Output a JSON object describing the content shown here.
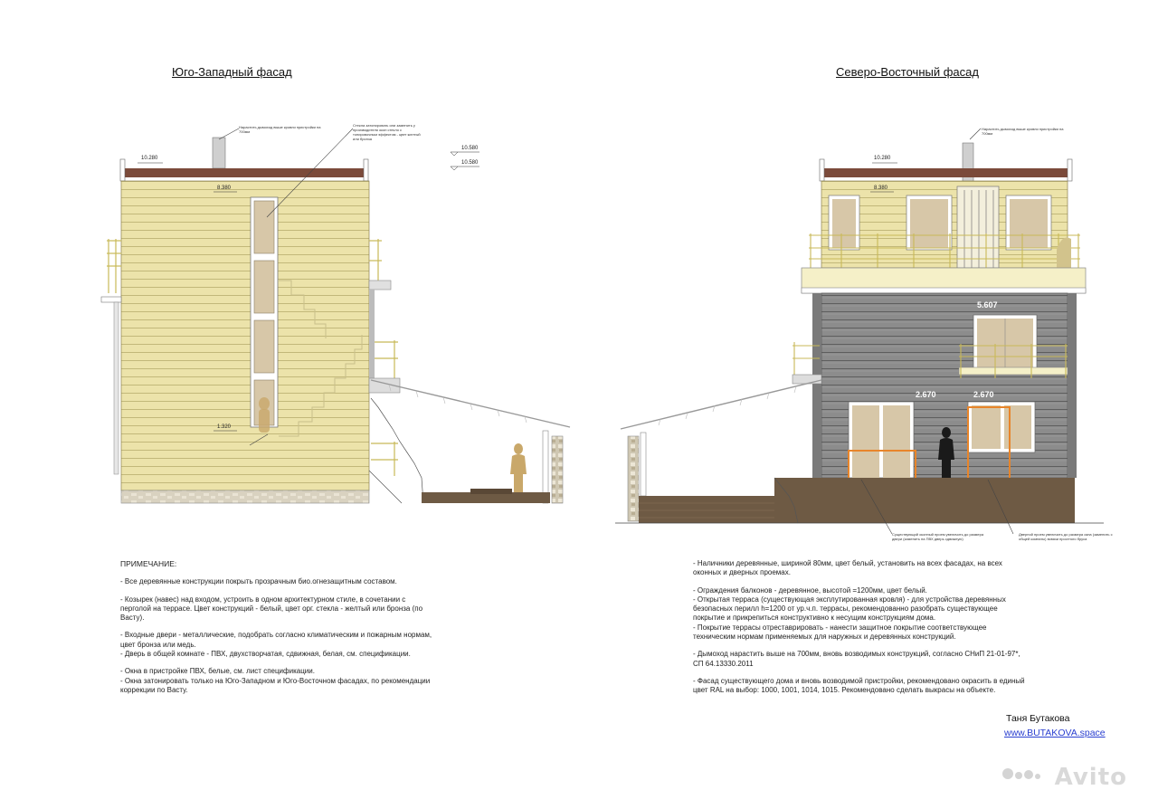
{
  "titles": {
    "southwest": "Юго-Западный фасад",
    "northeast": "Северо-Восточный фасад"
  },
  "marks": {
    "sw_roof": "10.280",
    "sw_top1": "10.580",
    "sw_top2": "10.580",
    "sw_level": "8.380",
    "sw_low": "1.320",
    "ne_roof": "10.280",
    "ne_level": "8.380",
    "ne_b1": "5.607",
    "ne_b2": "2.670",
    "ne_b3": "2.670"
  },
  "callouts": {
    "sw_chimney": "Нарастить дымоход выше кровли пристройки на 700мм",
    "sw_glass": "Стекла затонировать или заменить у производителя окон стекло с тонировочным эффектом - цвет желтый или бронза",
    "ne_chimney": "Нарастить дымоход выше кровли пристройки на 700мм",
    "ne_window": "Существующий оконный проем увеличить до размера двери (заменить на ПВХ дверь сдвижную)",
    "ne_door": "Дверной проем увеличить до размера окна (заменить с общей комнаты) всвязи простного бруса"
  },
  "notes_left": {
    "heading": "ПРИМЕЧАНИЕ:",
    "items": [
      "- Все деревянные конструкции покрыть прозрачным био.огнезащитным составом.",
      "- Козырек (навес) над входом, устроить в одном архитектурном стиле, в сочетании с\nперголой на террасе. Цвет конструкций - белый, цвет орг. стекла - желтый или бронза (по\nВасту).",
      "- Входные двери - металлические, подобрать согласно климатическим и пожарным нормам,\nцвет бронза или медь.\n- Дверь в общей комнате - ПВХ, двухстворчатая, сдвижная, белая, см. спецификации.",
      "- Окна в пристройке  ПВХ, белые, см. лист спецификации.\n- Окна затонировать только на Юго-Западном и Юго-Восточном фасадах, по рекомендации\nкоррекции по Васту."
    ]
  },
  "notes_right": {
    "items": [
      "- Наличники деревянные, шириной 80мм, цвет белый, установить на всех фасадах, на всех\nоконных и дверных проемах.",
      "- Ограждения балконов - деревянное, высотой =1200мм, цвет белый.\n- Открытая терраса (существующая эксплутированная кровля) - для устройства деревянных\nбезопасных перилл h=1200 от ур.ч.п. террасы, рекомендованно разобрать существующее\nпокрытие и прикрепиться конструктивно к несущим конструкциям дома.\n- Покрытие террасы отреставрировать - нанести защитное покрытие соответствующее\nтехническим нормам применяемых для наружных и деревянных конструкций.",
      "- Дымоход нарастить выше на 700мм, вновь возводимых конструкций, согласно СНиП 21-01-97*,\nСП 64.13330.2011",
      "- Фасад существующего дома и вновь возводимой пристройки, рекомендовано окрасить в единый\nцвет RAL на выбор: 1000, 1001, 1014, 1015. Рекомендовано сделать выкрасы на объекте."
    ]
  },
  "author": {
    "name": "Таня Бутакова",
    "site": "www.BUTAKOVA.space"
  },
  "watermark": "Avito",
  "colors": {
    "siding_yellow": "#ece3aa",
    "siding_gray": "#8c8c8c",
    "roof_brown": "#7b4a3a",
    "window_fill": "#d7c7a8",
    "foundation": "#6e5a44",
    "orange_frame": "#e8852a",
    "rail_yellow": "#f2ea9a"
  }
}
